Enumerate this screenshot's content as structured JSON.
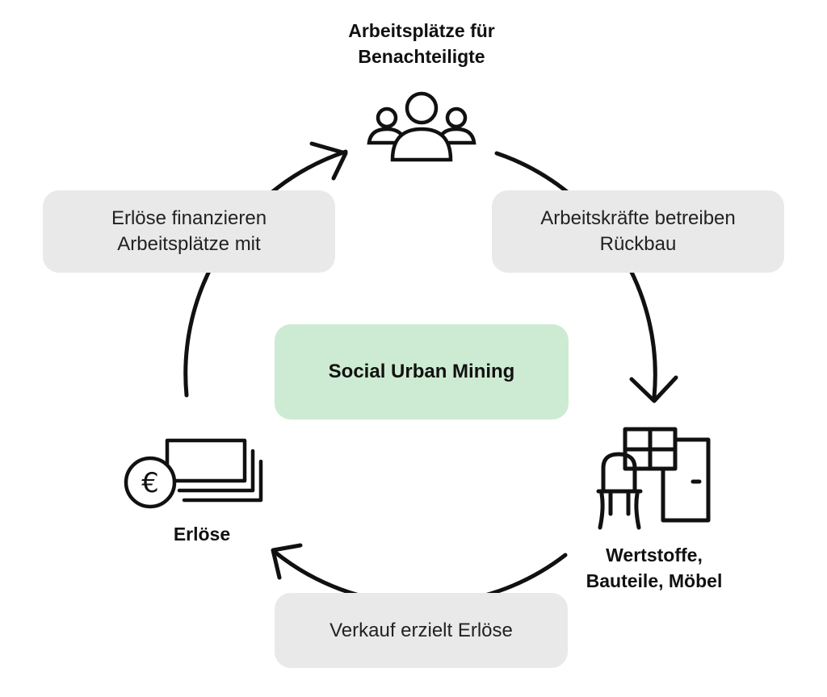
{
  "nodes": {
    "top": {
      "lines": [
        "Arbeitsplätze für",
        "Benachteiligte"
      ],
      "icon": "people-group-icon"
    },
    "right": {
      "lines": [
        "Wertstoffe,",
        "Bauteile, Möbel"
      ],
      "icon": "furniture-icon"
    },
    "left": {
      "lines": [
        "Erlöse"
      ],
      "icon": "euro-money-icon"
    }
  },
  "center": {
    "label": "Social Urban Mining"
  },
  "steps": {
    "top_right": {
      "lines": [
        "Arbeitskräfte betreiben",
        "Rückbau"
      ]
    },
    "bottom": {
      "lines": [
        "Verkauf erzielt Erlöse"
      ]
    },
    "top_left": {
      "lines": [
        "Erlöse finanzieren",
        "Arbeitsplätze mit"
      ]
    }
  },
  "colors": {
    "step_box": "#e9e9e9",
    "center_box": "#cdebd2",
    "stroke": "#111111"
  }
}
